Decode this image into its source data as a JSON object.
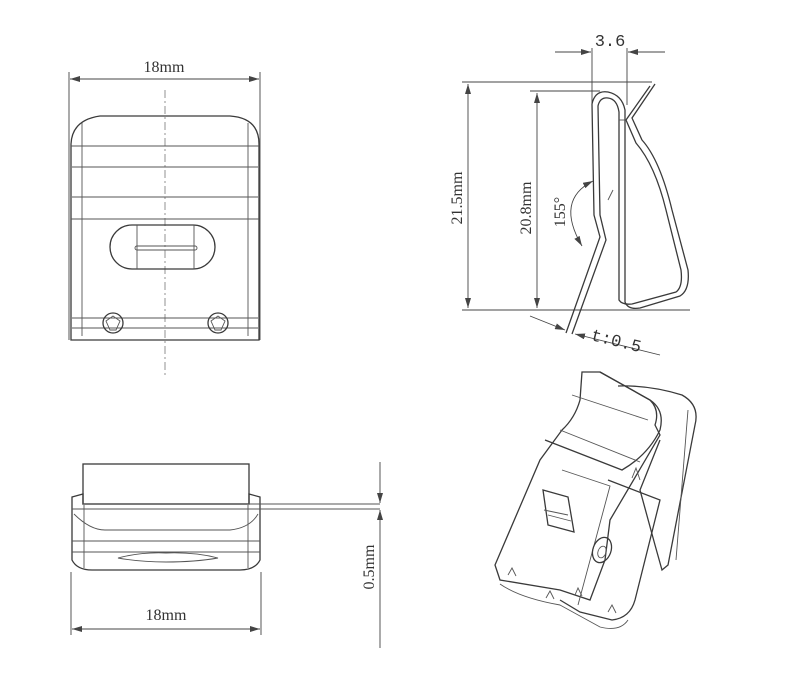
{
  "drawing": {
    "type": "technical drawing",
    "subject": "spring clip",
    "views": {
      "front": {
        "width_label": "18mm"
      },
      "side": {
        "top_width_label": "3.6",
        "overall_height_label": "21.5mm",
        "inner_height_label": "20.8mm",
        "angle_label": "155°",
        "thickness_label": "t:0.5"
      },
      "bottom": {
        "width_label": "18mm",
        "gap_label": "0.5mm"
      },
      "isometric": {
        "label": ""
      }
    },
    "colors": {
      "line": "#3a3a3a",
      "background": "#ffffff"
    }
  }
}
